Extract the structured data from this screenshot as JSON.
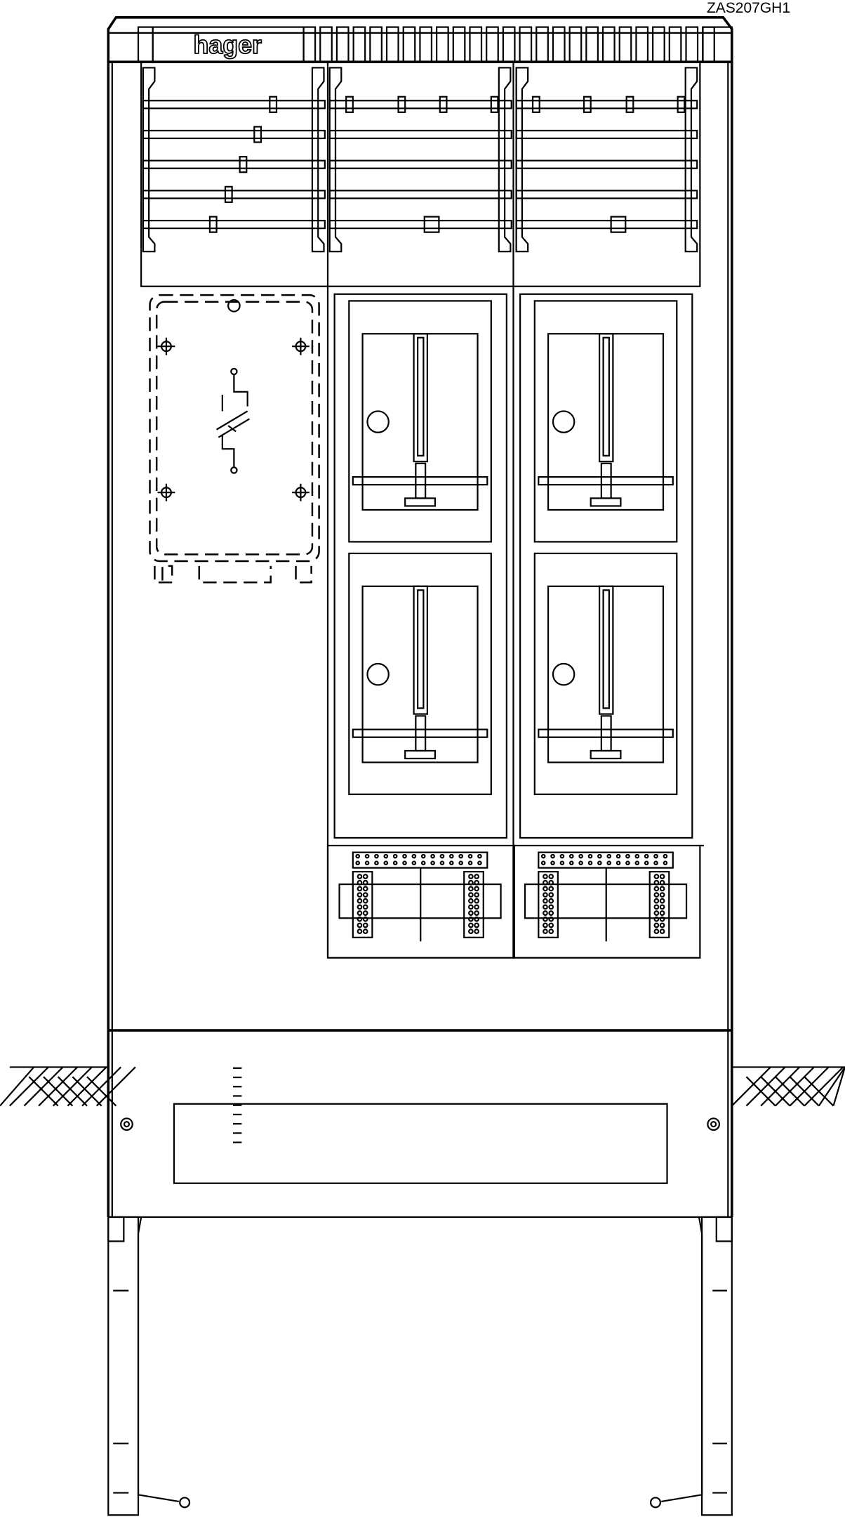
{
  "drawing": {
    "article_number": "ZAS207GH1",
    "brand_logo": "hager",
    "line_color": "#000000",
    "background_color": "#ffffff",
    "meter_fields": 4,
    "busbar_count": 5
  }
}
